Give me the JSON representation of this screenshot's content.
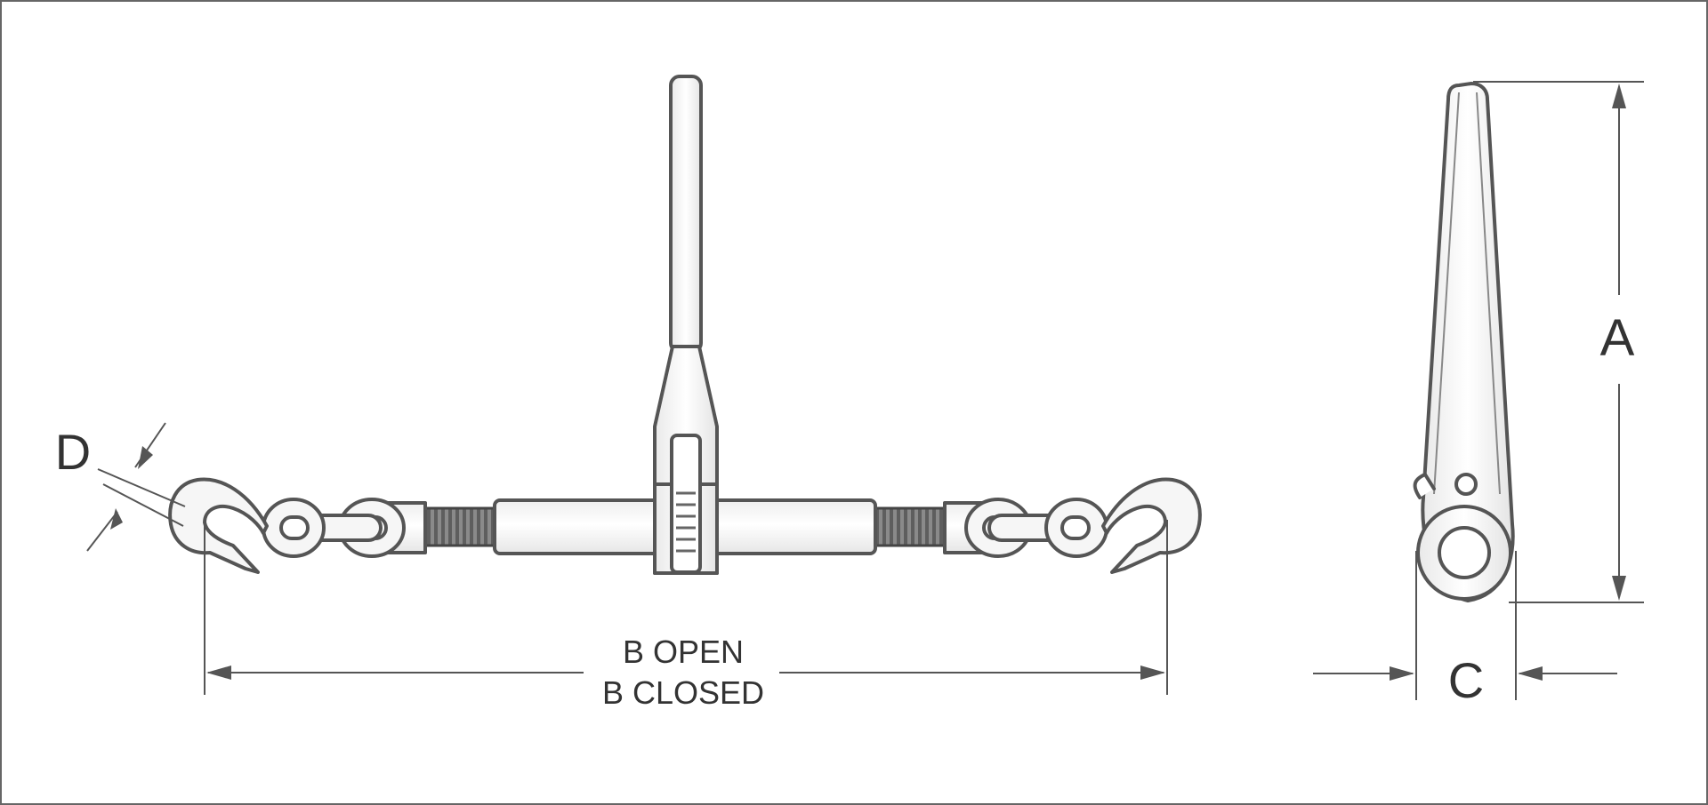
{
  "labels": {
    "a": "A",
    "b_open": "B OPEN",
    "b_closed": "B CLOSED",
    "c": "C",
    "d": "D"
  }
}
